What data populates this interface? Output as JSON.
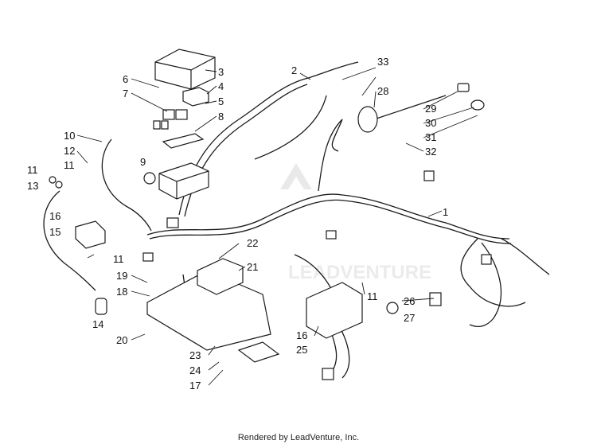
{
  "diagram": {
    "footer": "Rendered by LeadVenture, Inc.",
    "watermark": {
      "text": "LEADVENTURE",
      "color": "#d9d9d9"
    },
    "callouts": [
      "1",
      "2",
      "3",
      "4",
      "5",
      "6",
      "7",
      "8",
      "9",
      "10",
      "11",
      "11",
      "11",
      "11",
      "12",
      "13",
      "14",
      "15",
      "16",
      "16",
      "17",
      "18",
      "19",
      "20",
      "21",
      "22",
      "23",
      "24",
      "25",
      "26",
      "27",
      "28",
      "29",
      "30",
      "31",
      "32",
      "33"
    ],
    "line_color": "#1a1a1a"
  }
}
